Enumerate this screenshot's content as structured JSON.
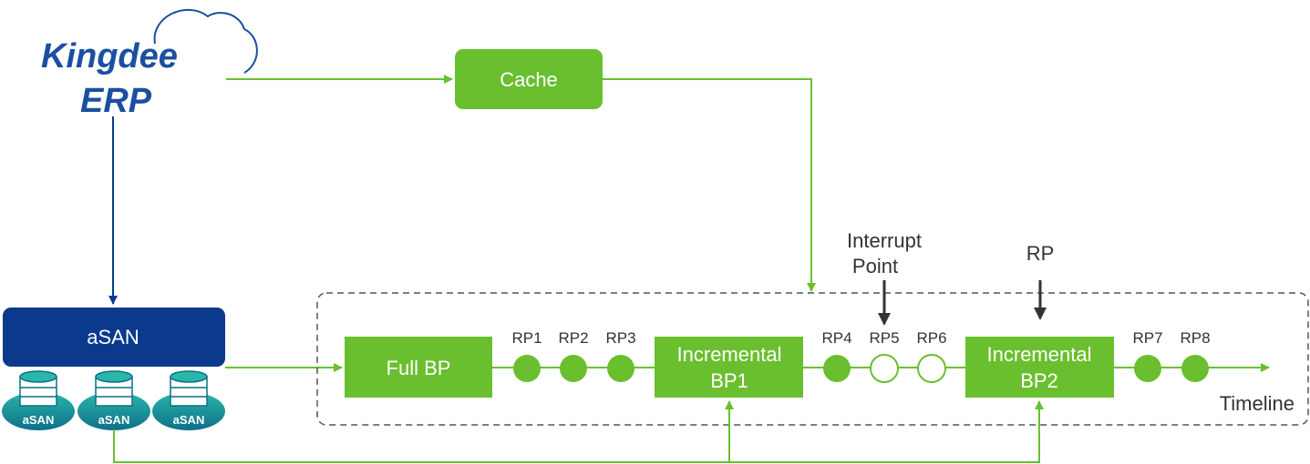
{
  "logo": {
    "line1": "Kingdee",
    "line2": "ERP"
  },
  "cache": {
    "label": "Cache"
  },
  "asan": {
    "label": "aSAN",
    "nodes": [
      "aSAN",
      "aSAN",
      "aSAN"
    ]
  },
  "timeline": {
    "label": "Timeline",
    "full_bp": "Full BP",
    "inc_bp1": [
      "Incremental",
      "BP1"
    ],
    "inc_bp2": [
      "Incremental",
      "BP2"
    ],
    "rps": [
      {
        "label": "RP1",
        "filled": true
      },
      {
        "label": "RP2",
        "filled": true
      },
      {
        "label": "RP3",
        "filled": true
      },
      {
        "label": "RP4",
        "filled": true
      },
      {
        "label": "RP5",
        "filled": false
      },
      {
        "label": "RP6",
        "filled": false
      },
      {
        "label": "RP7",
        "filled": true
      },
      {
        "label": "RP8",
        "filled": true
      }
    ],
    "interrupt_point": [
      "Interrupt",
      "Point"
    ],
    "rp_marker": "RP"
  },
  "colors": {
    "green": "#6abf2e",
    "navy": "#0b3a8c",
    "teal": "#1aa7a0",
    "dark": "#333333"
  }
}
